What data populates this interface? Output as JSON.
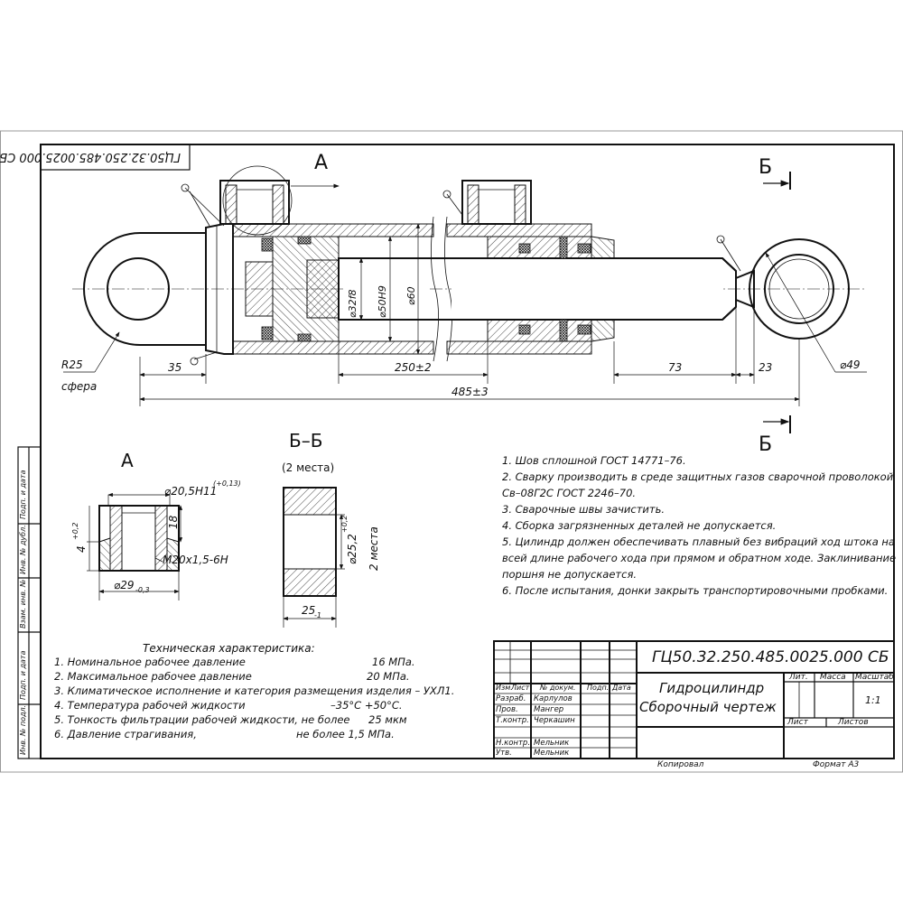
{
  "drawing_code": "ГЦ50.32.250.485.0025.000 СБ",
  "drawing_code_rotated": "ГЦ50.32.250.485.0025.000 СБ",
  "view_a_label": "А",
  "view_b_label": "Б",
  "section_bb_title": "Б–Б",
  "section_bb_note": "(2 места)",
  "main_dims": {
    "r25": "R25",
    "sphere": "сфера",
    "d35": "35",
    "d250": "250±2",
    "d73": "73",
    "d23": "23",
    "d485": "485±3",
    "d49": "⌀49",
    "d32": "⌀32f8",
    "d50": "⌀50H9",
    "d60": "⌀60"
  },
  "detail_a_dims": {
    "d20": "⌀20,5H11",
    "d20_tol": "(+0,13)",
    "h18": "18",
    "d4": "4",
    "d4_tol": "+0,2",
    "thread": "M20x1,5-6H",
    "d29": "⌀29",
    "d29_tol": "-0,3"
  },
  "section_bb_dims": {
    "d25": "⌀25,2",
    "d25_tol": "+0,2",
    "places": "2 места",
    "w25": "25",
    "w25_tol": "-1"
  },
  "notes": [
    "1. Шов сплошной  ГОСТ 14771–76.",
    "2. Сварку производить в среде защитных газов сварочной проволокой",
    "Св–08Г2С    ГОСТ 2246–70.",
    "3. Сварочные швы зачистить.",
    "4. Сборка загрязненных деталей не допускается.",
    "5. Цилиндр должен обеспечивать плавный без вибраций ход штока на",
    "всей длине рабочего хода  при прямом и обратном ходе. Заклинивание",
    "поршня не допускается.",
    "6. После испытания, донки закрыть транспортировочными пробками."
  ],
  "specs": {
    "title": "Техническая характеристика:",
    "rows": [
      {
        "label": "1. Номинальное рабочее давление",
        "value": "16 МПа."
      },
      {
        "label": "2. Максимальное рабочее давление",
        "value": "20 МПа."
      },
      {
        "label": "3. Климатическое исполнение и категория размещения изделия – УХЛ1.",
        "value": ""
      },
      {
        "label": "4. Температура рабочей жидкости",
        "value": "–35°С +50°С."
      },
      {
        "label": "5. Тонкость фильтрации рабочей жидкости, не более",
        "value": "25 мкм"
      },
      {
        "label": "6. Давление страгивания,",
        "value": "не более        1,5 МПа."
      }
    ]
  },
  "title_block": {
    "code": "ГЦ50.32.250.485.0025.000 СБ",
    "name_line1": "Гидроцилиндр",
    "name_line2": "Сборочный чертеж",
    "col_izm": "Изм.",
    "col_list": "Лист",
    "col_doc": "№ докум.",
    "col_sign": "Подп.",
    "col_date": "Дата",
    "lit": "Лит.",
    "mass": "Масса",
    "scale": "Масштаб",
    "scale_value": "1:1",
    "sheet": "Лист",
    "sheets": "Листов",
    "roles": [
      {
        "role": "Разраб.",
        "name": "Карлулов"
      },
      {
        "role": "Пров.",
        "name": "Мангер"
      },
      {
        "role": "Т.контр.",
        "name": "Черкашин"
      },
      {
        "role": "",
        "name": ""
      },
      {
        "role": "Н.контр.",
        "name": "Мельник"
      },
      {
        "role": "Утв.",
        "name": "Мельник"
      }
    ],
    "copied": "Копировал",
    "format": "Формат    А3"
  },
  "side_strip": [
    "Подп. и дата",
    "Инв. № дубл.",
    "Взам. инв. №",
    "Подп. и дата",
    "Инв. № подл."
  ]
}
